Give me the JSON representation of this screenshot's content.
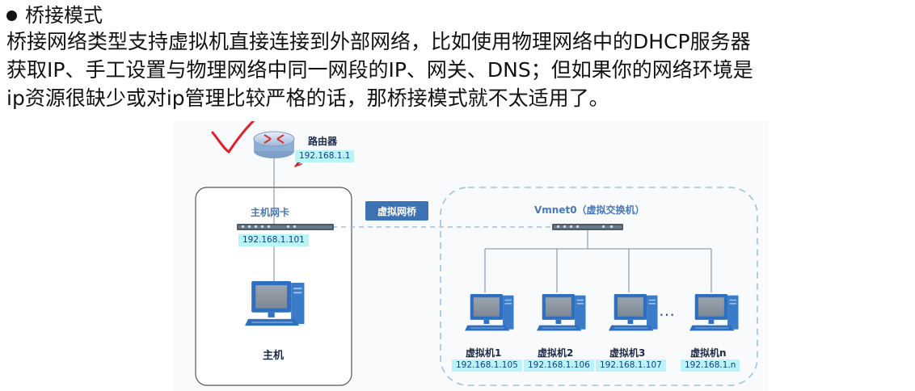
{
  "heading": {
    "text": "桥接模式"
  },
  "paragraph": {
    "lines": [
      "桥接网络类型支持虚拟机直接连接到外部网络，比如使用物理网络中的DHCP服务器",
      "获取IP、手工设置与物理网络中同一网段的IP、网关、DNS；但如果你的网络环境是",
      "ip资源很缺少或对ip管理比较严格的话，那桥接模式就不太适用了。"
    ]
  },
  "diagram": {
    "router": {
      "label": "路由器",
      "ip": "192.168.1.1"
    },
    "host_nic": {
      "label": "主机网卡",
      "ip": "192.168.1.101"
    },
    "bridge": {
      "label": "虚拟网桥"
    },
    "vswitch": {
      "label": "Vmnet0（虚拟交换机）"
    },
    "host": {
      "label": "主机"
    },
    "ellipsis": "…",
    "vms": [
      {
        "label": "虚拟机1",
        "ip": "192.168.1.105"
      },
      {
        "label": "虚拟机2",
        "ip": "192.168.1.106"
      },
      {
        "label": "虚拟机3",
        "ip": "192.168.1.107"
      },
      {
        "label": "虚拟机n",
        "ip": "192.168.1.n"
      }
    ],
    "colors": {
      "accent": "#3d72b4",
      "label_blue": "#4a78b8",
      "ip_bg": "#b8f4f8",
      "annotation_red": "#e0202a"
    }
  }
}
